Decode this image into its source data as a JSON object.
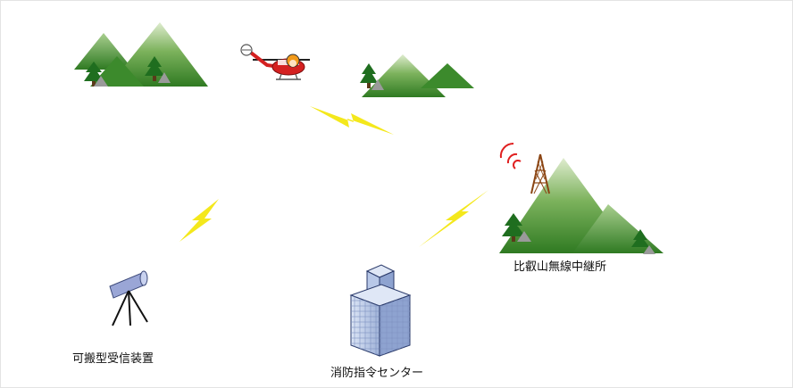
{
  "labels": {
    "relay_station": "比叡山無線中継所",
    "portable_receiver": "可搬型受信装置",
    "fire_command_center": "消防指令センター"
  },
  "colors": {
    "mountain_green": "#3c8a2c",
    "mountain_highlight": "#d8e8c8",
    "tree_green": "#1f6e1f",
    "lightning_yellow": "#f4e81c",
    "tower_brown": "#8b4513",
    "radio_wave_red": "#e02020",
    "building_blue": "#b8c8e8",
    "helicopter_red": "#d42020"
  }
}
